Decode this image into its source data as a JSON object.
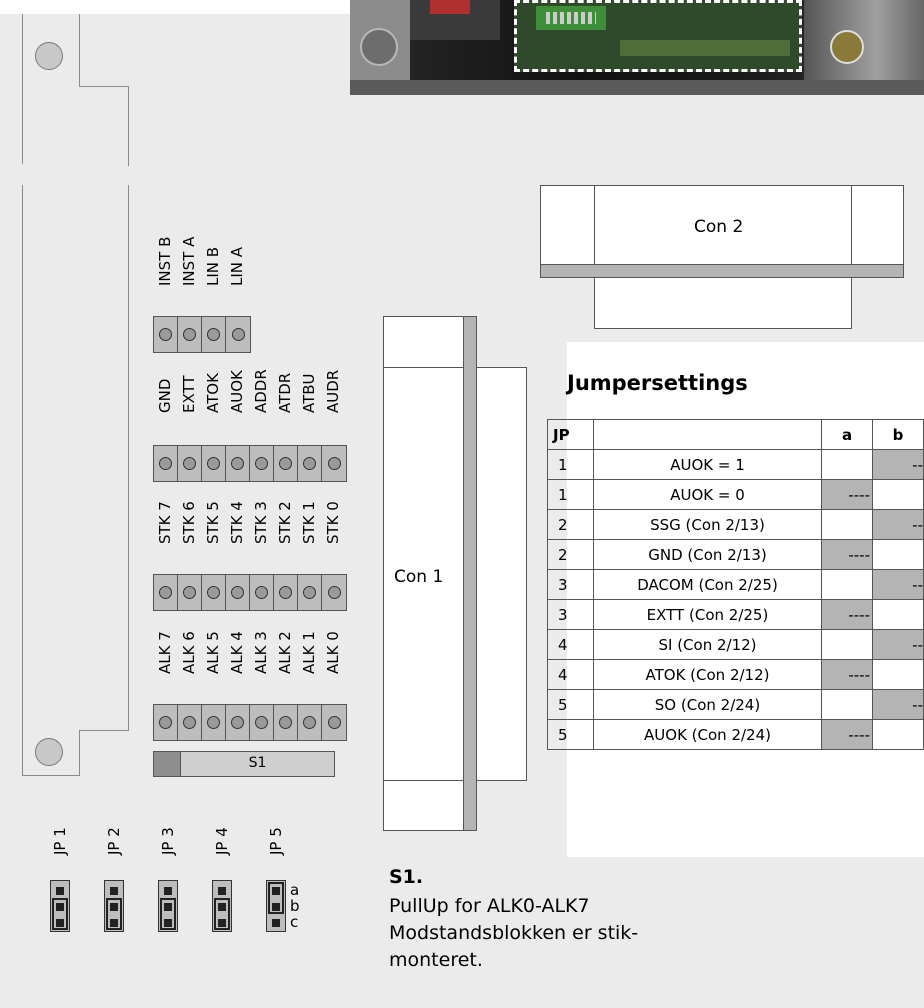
{
  "board": {
    "label_rows": [
      [
        "INST B",
        "INST A",
        "LIN B",
        "LIN A"
      ],
      [
        "GND",
        "EXTT",
        "ATOK",
        "AUOK",
        "ADDR",
        "ATDR",
        "ATBU",
        "AUDR"
      ],
      [
        "STK 7",
        "STK 6",
        "STK 5",
        "STK 4",
        "STK 3",
        "STK 2",
        "STK 1",
        "STK 0"
      ],
      [
        "ALK 7",
        "ALK 6",
        "ALK 5",
        "ALK 4",
        "ALK 3",
        "ALK 2",
        "ALK 1",
        "ALK 0"
      ]
    ],
    "s1_label": "S1"
  },
  "connectors": {
    "con1": "Con 1",
    "con2": "Con 2"
  },
  "jumpersettings": {
    "title": "Jumpersettings",
    "headers": [
      "JP",
      "",
      "a",
      "b"
    ],
    "rows": [
      {
        "jp": "1",
        "desc": "AUOK = 1",
        "pos": "b",
        "mark_a": "",
        "mark_b": "--"
      },
      {
        "jp": "1",
        "desc": "AUOK = 0",
        "pos": "a",
        "mark_a": "----",
        "mark_b": ""
      },
      {
        "jp": "2",
        "desc": "SSG (Con 2/13)",
        "pos": "b",
        "mark_a": "",
        "mark_b": "--"
      },
      {
        "jp": "2",
        "desc": "GND (Con 2/13)",
        "pos": "a",
        "mark_a": "----",
        "mark_b": ""
      },
      {
        "jp": "3",
        "desc": "DACOM (Con 2/25)",
        "pos": "b",
        "mark_a": "",
        "mark_b": "--"
      },
      {
        "jp": "3",
        "desc": "EXTT (Con 2/25)",
        "pos": "a",
        "mark_a": "----",
        "mark_b": ""
      },
      {
        "jp": "4",
        "desc": "SI (Con 2/12)",
        "pos": "b",
        "mark_a": "",
        "mark_b": "--"
      },
      {
        "jp": "4",
        "desc": "ATOK (Con 2/12)",
        "pos": "a",
        "mark_a": "----",
        "mark_b": ""
      },
      {
        "jp": "5",
        "desc": "SO (Con 2/24)",
        "pos": "b",
        "mark_a": "",
        "mark_b": "--"
      },
      {
        "jp": "5",
        "desc": "AUOK (Con 2/24)",
        "pos": "a",
        "mark_a": "----",
        "mark_b": ""
      }
    ]
  },
  "jumpers": {
    "labels": [
      "JP 1",
      "JP 2",
      "JP 3",
      "JP 4",
      "JP 5"
    ],
    "positions": [
      "b",
      "b",
      "b",
      "b",
      "a"
    ],
    "pin_letters": [
      "a",
      "b",
      "c"
    ]
  },
  "s1_note": {
    "title": "S1.",
    "lines": [
      "PullUp for ALK0-ALK7",
      "Modstandsblokken er stik-",
      "monteret."
    ]
  },
  "colors": {
    "background": "#ebebeb",
    "component_grey": "#bdbdbd",
    "outline": "#555555"
  }
}
